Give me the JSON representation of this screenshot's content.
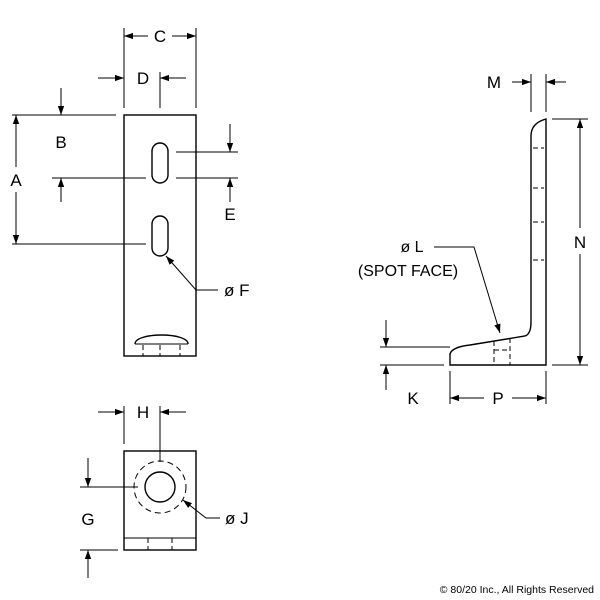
{
  "labels": {
    "A": "A",
    "B": "B",
    "C": "C",
    "D": "D",
    "E": "E",
    "F": "ø F",
    "G": "G",
    "H": "H",
    "J": "ø J",
    "K": "K",
    "L": "ø L",
    "spot_face": "(SPOT FACE)",
    "M": "M",
    "N": "N",
    "P": "P"
  },
  "copyright": "© 80/20 Inc., All Rights Reserved"
}
